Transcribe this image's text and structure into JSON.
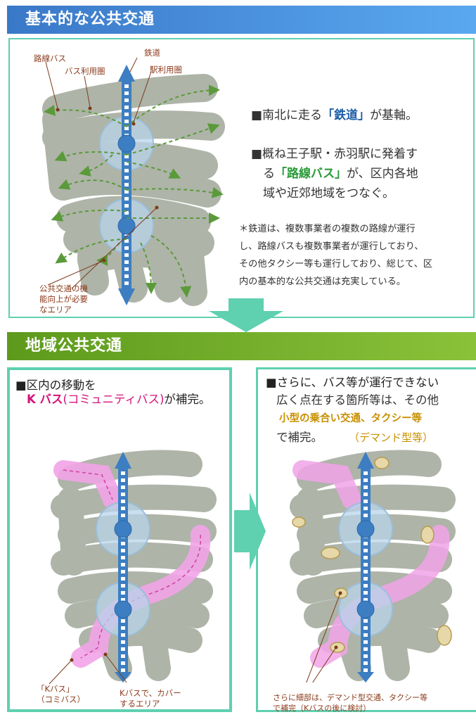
{
  "header_top": "基本的な公共交通",
  "header_mid": "地域公共交通",
  "section1": {
    "labels": {
      "route_bus": "路線バス",
      "bus_area": "バス利用圏",
      "railway": "鉄道",
      "station_area": "駅利用圏",
      "need_area_1": "公共交通の機",
      "need_area_2": "能向上が必要",
      "need_area_3": "なエリア"
    },
    "b1_pre": "■南北に走る",
    "b1_hl": "「鉄道」",
    "b1_post": "が基軸。",
    "b2_line1": "■概ね王子駅・赤羽駅に発着す",
    "b2_pre": "る",
    "b2_hl": "「路線バス」",
    "b2_post": "が、区内各地",
    "b2_line3": "域や近郊地域をつなぐ。",
    "note_lines": [
      "＊鉄道は、複数事業者の複数の路線が運行",
      "し、路線バスも複数事業者が運行しており、",
      "その他タクシー等も運行しており、総じて、区",
      "内の基本的な公共交通は充実している。"
    ]
  },
  "section2": {
    "line1": "■区内の移動を",
    "kbus": "K バス",
    "kbus_paren": "(コミュニティバス)",
    "kbus_post": "が補完。",
    "label_kbus_1": "「Kバス」",
    "label_kbus_2": "（コミバス）",
    "label_cover_1": "Kバスで、カバー",
    "label_cover_2": "するエリア"
  },
  "section3": {
    "line1": "■さらに、バス等が運行できない",
    "line2": "広く点在する箇所等は、その他",
    "line3": "小型の乗合い交通、タクシー等",
    "line4": "で補完。",
    "line4b": "（デマンド型等）",
    "label_1": "さらに細部は、デマンド型交通、タクシー等",
    "label_2": "で補完（Kバスの後に検討）"
  }
}
